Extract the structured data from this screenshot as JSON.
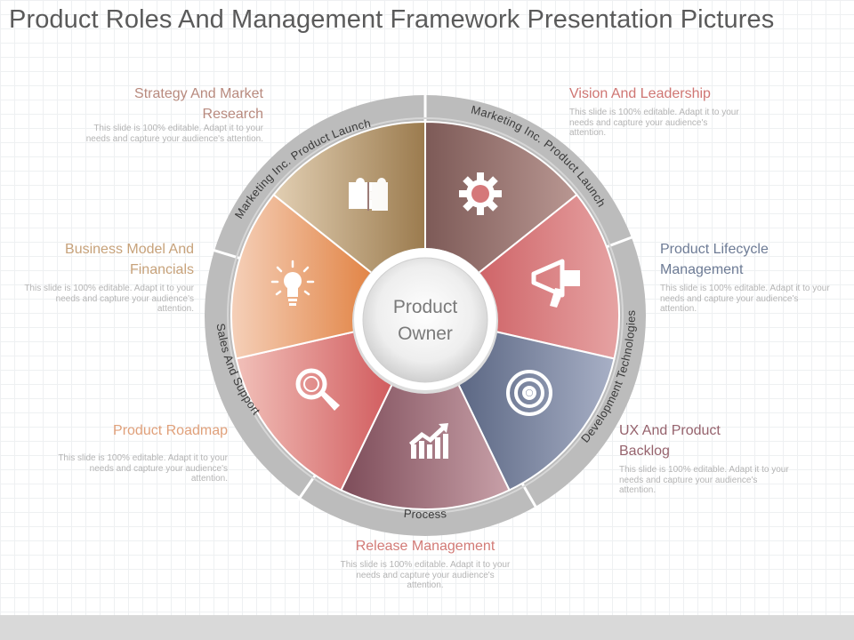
{
  "title": "Product Roles And Management Framework Presentation Pictures",
  "center_label": [
    "Product",
    "Owner"
  ],
  "ring_labels": {
    "top": "Marketing Inc. Product Launch",
    "top_left": "Marketing Inc. Product Launch",
    "right": "Development Technologies",
    "left": "Sales And Support",
    "bottom": "Process"
  },
  "sectors": [
    {
      "icon": "puzzle-icon",
      "color": "#8e6a66"
    },
    {
      "icon": "gear-icon",
      "color": "#d06a6c"
    },
    {
      "icon": "megaphone-icon",
      "color": "#6f7b95"
    },
    {
      "icon": "target-icon",
      "color": "#8e5c67"
    },
    {
      "icon": "growth-chart-icon",
      "color": "#d86d6c"
    },
    {
      "icon": "magnifier-icon",
      "color": "#e38e55"
    },
    {
      "icon": "lightbulb-icon",
      "color": "#a88961"
    }
  ],
  "callouts": [
    {
      "heading": "Strategy And Market Research",
      "text": "This slide is 100% editable. Adapt it to your needs and capture your audience's attention.",
      "color": "#b88a7e"
    },
    {
      "heading": "Vision And Leadership",
      "text": "This slide is 100% editable. Adapt it to your needs and capture your audience's attention.",
      "color": "#cf7673"
    },
    {
      "heading": "Product Lifecycle Management",
      "text": "This slide is 100% editable. Adapt it to your needs and capture your audience's attention.",
      "color": "#6d7b95"
    },
    {
      "heading": "UX And Product Backlog",
      "text": "This slide is 100% editable. Adapt it to your needs and capture your audience's attention.",
      "color": "#96636d"
    },
    {
      "heading": "Release Management",
      "text": "This slide is 100% editable. Adapt it to your needs and capture your audience's attention.",
      "color": "#d27a76"
    },
    {
      "heading": "Product Roadmap",
      "text": "This slide is 100% editable. Adapt it to your needs and capture your audience's attention.",
      "color": "#e0a07a"
    },
    {
      "heading": "Business Model And Financials",
      "text": "This slide is 100% editable. Adapt it to your needs and capture your audience's attention.",
      "color": "#c7a27a"
    }
  ]
}
